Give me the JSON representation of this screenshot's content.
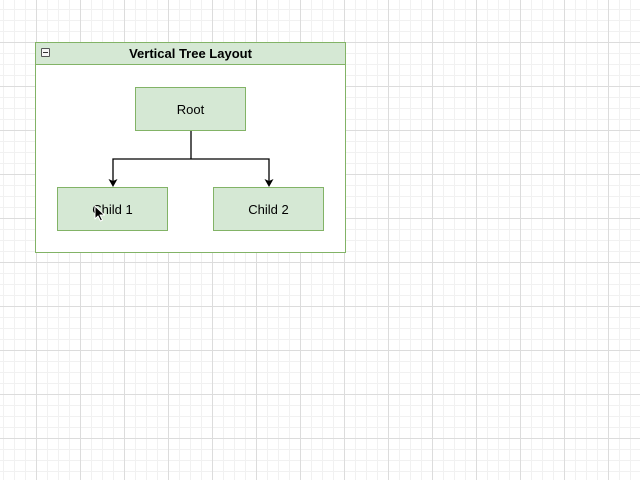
{
  "diagram": {
    "container": {
      "title": "Vertical Tree Layout",
      "collapse_icon": "minus-box-icon"
    },
    "nodes": {
      "root": "Root",
      "child1": "Child 1",
      "child2": "Child 2"
    },
    "colors": {
      "node_fill": "#d5e8d4",
      "node_stroke": "#82b366",
      "edge": "#000000"
    }
  }
}
